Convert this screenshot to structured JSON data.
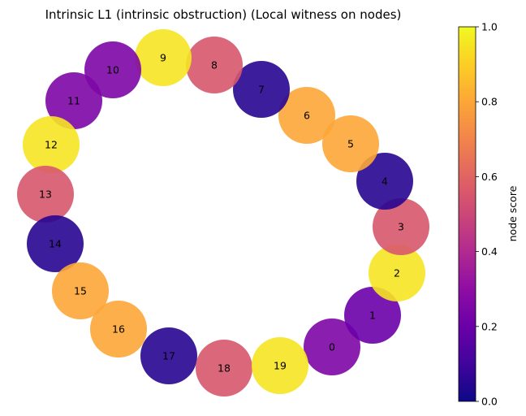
{
  "chart_data": {
    "type": "network",
    "title": "Intrinsic L1 (intrinsic obstruction)  (Local witness on nodes)",
    "colorbar": {
      "label": "node score",
      "min": 0.0,
      "max": 1.0,
      "ticks": [
        "0.0",
        "0.2",
        "0.4",
        "0.6",
        "0.8",
        "1.0"
      ],
      "colormap": "plasma"
    },
    "nodes": [
      {
        "id": "0",
        "score": 0.25
      },
      {
        "id": "1",
        "score": 0.2
      },
      {
        "id": "2",
        "score": 0.95
      },
      {
        "id": "3",
        "score": 0.55
      },
      {
        "id": "4",
        "score": 0.05
      },
      {
        "id": "5",
        "score": 0.8
      },
      {
        "id": "6",
        "score": 0.8
      },
      {
        "id": "7",
        "score": 0.05
      },
      {
        "id": "8",
        "score": 0.55
      },
      {
        "id": "9",
        "score": 0.95
      },
      {
        "id": "10",
        "score": 0.25
      },
      {
        "id": "11",
        "score": 0.25
      },
      {
        "id": "12",
        "score": 0.95
      },
      {
        "id": "13",
        "score": 0.55
      },
      {
        "id": "14",
        "score": 0.05
      },
      {
        "id": "15",
        "score": 0.8
      },
      {
        "id": "16",
        "score": 0.8
      },
      {
        "id": "17",
        "score": 0.05
      },
      {
        "id": "18",
        "score": 0.55
      },
      {
        "id": "19",
        "score": 0.95
      }
    ]
  }
}
